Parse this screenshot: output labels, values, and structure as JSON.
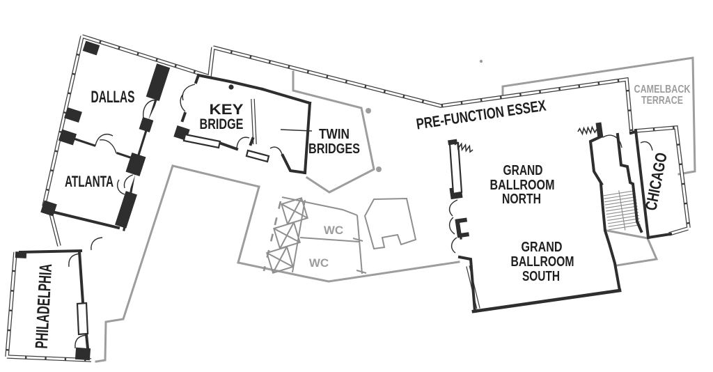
{
  "diagram": {
    "type": "floor-plan",
    "floor_fill": "#ffffff"
  },
  "colors": {
    "wall": "#2e2e2e",
    "window_wall": "#3c3c3c",
    "secondary_gray": "#9d9d9d",
    "fixture_gray": "#8f8f8f",
    "label": "#1f1f1f",
    "label_gray": "#9d9d9d",
    "background": "#ffffff"
  },
  "rooms": {
    "dallas": {
      "label": "DALLAS"
    },
    "atlanta": {
      "label": "ATLANTA"
    },
    "philadelphia": {
      "label": "PHILADELPHIA"
    },
    "key_bridge": {
      "line1": "KEY",
      "line2": "BRIDGE"
    },
    "twin_bridges": {
      "line1": "TWIN",
      "line2": "BRIDGES"
    },
    "pre_function": {
      "label": "PRE-FUNCTION ESSEX"
    },
    "ballroom_north": {
      "line1": "GRAND",
      "line2": "BALLROOM",
      "line3": "NORTH"
    },
    "ballroom_south": {
      "line1": "GRAND",
      "line2": "BALLROOM",
      "line3": "SOUTH"
    },
    "camelback_terrace": {
      "line1": "CAMELBACK",
      "line2": "TERRACE"
    },
    "chicago": {
      "label": "CHICAGO"
    },
    "wc_upper": {
      "label": "WC"
    },
    "wc_lower": {
      "label": "WC"
    }
  }
}
